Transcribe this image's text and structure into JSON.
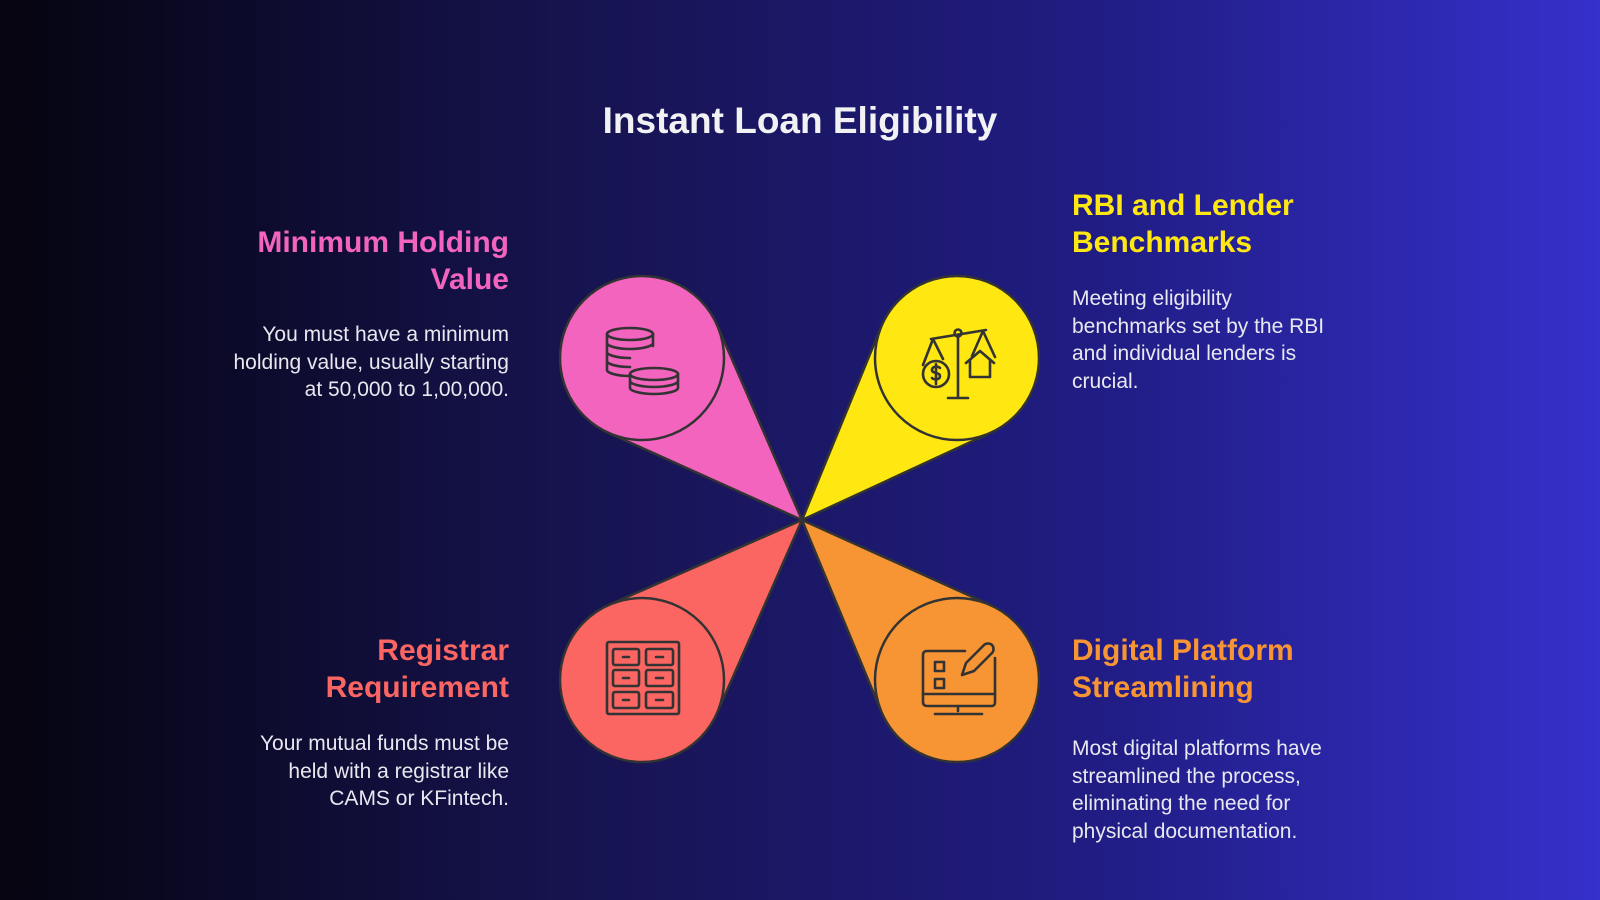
{
  "title": "Instant Loan Eligibility",
  "items": [
    {
      "key": "min",
      "color": "#f364bf",
      "icon": "coins-stack-icon",
      "heading": [
        "Minimum Holding",
        "Value"
      ],
      "body": [
        "You must have a minimum",
        "holding value, usually starting",
        "at 50,000 to 1,00,000."
      ]
    },
    {
      "key": "rbi",
      "color": "#ffe712",
      "icon": "scale-balance-icon",
      "heading": [
        "RBI and Lender",
        "Benchmarks"
      ],
      "body": [
        "Meeting eligibility",
        "benchmarks set by the RBI",
        "and individual lenders is",
        "crucial."
      ]
    },
    {
      "key": "reg",
      "color": "#fb6663",
      "icon": "filing-cabinet-icon",
      "heading": [
        "Registrar",
        "Requirement"
      ],
      "body": [
        "Your mutual funds must be",
        "held with a registrar like",
        "CAMS or KFintech."
      ]
    },
    {
      "key": "dig",
      "color": "#f79535",
      "icon": "monitor-edit-icon",
      "heading": [
        "Digital Platform",
        "Streamlining"
      ],
      "body": [
        "Most digital platforms have",
        "streamlined the process,",
        "eliminating the need for",
        "physical documentation."
      ]
    }
  ]
}
